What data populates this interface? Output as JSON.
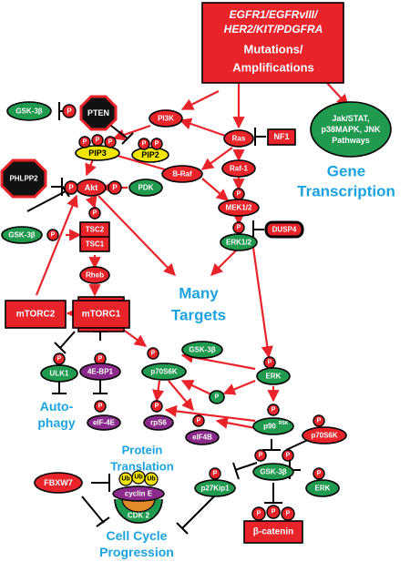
{
  "receptors": {
    "line1": "EGFR1/EGFRvIII/",
    "line2": "HER2/KIT/PDGFRA",
    "line3": "Mutations/",
    "line4": "Amplifications"
  },
  "phospho": "P",
  "nodes": {
    "gsk3b": "GSK-3β",
    "pten": "PTEN",
    "pi3k": "PI3K",
    "ras": "Ras",
    "nf1": "NF1",
    "pip3": "PIP3",
    "pip2": "PIP2",
    "jak": [
      "Jak/STAT,",
      "p38MAPK, JNK",
      "Pathways"
    ],
    "phlpp2": "PHLPP2",
    "braf": "B-Raf",
    "raf1": "Raf-1",
    "akt": "Akt",
    "pdk": "PDK",
    "mek": "MEK1/2",
    "dusp4": "DUSP4",
    "erk12": "ERK1/2",
    "tsc2": "TSC2",
    "tsc1": "TSC1",
    "rheb": "Rheb",
    "mtorc2": "mTORC2",
    "mtorc1": "mTORC1",
    "ulk1": "ULK1",
    "ebp1": "4E-BP1",
    "p70s6k": "p70S6K",
    "erk": "ERK",
    "eif4e": "eIF-4E",
    "rps6": "rpS6",
    "eif4b": "eIF4B",
    "p90rsk": "p90",
    "p90rsk_sup": "RSK",
    "p70s6k_b": "p70S6K",
    "fbxw7": "FBXW7",
    "ub": "Ub",
    "cycline": "cyclin E",
    "cdk2": "CDK 2",
    "p27": "p27Kip1",
    "erk_b": "ERK",
    "bcatenin": "β-catenin"
  },
  "labels": {
    "gene": "Gene",
    "transcription": "Transcription",
    "many": "Many",
    "targets": "Targets",
    "auto": "Auto-",
    "phagy": "phagy",
    "protein": "Protein",
    "translation": "Translation",
    "cellcycle": "Cell Cycle",
    "progression": "Progression"
  },
  "colors": {
    "red": "#e8232a",
    "green": "#1f9a4f",
    "purple": "#8a2a8a",
    "yellow": "#f2e600",
    "blue": "#1aa3e0",
    "black": "#111111"
  }
}
